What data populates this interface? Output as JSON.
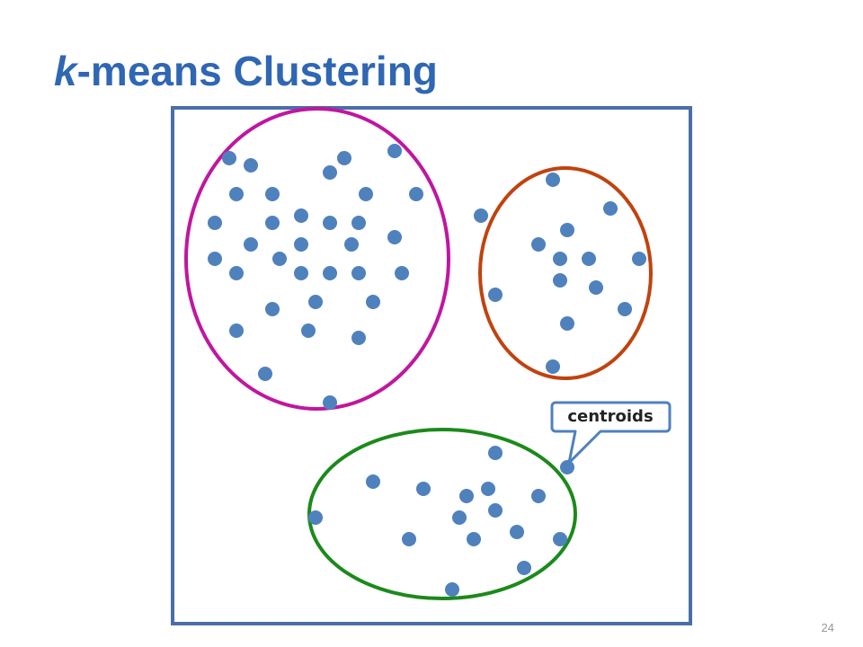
{
  "title": {
    "italic_part": "k",
    "rest": "-means Clustering"
  },
  "callout": {
    "text": "centroids"
  },
  "page_number": "24",
  "colors": {
    "title": "#2f67b3",
    "frame": "#4a6fa8",
    "point": "#4f81bd",
    "cluster_1": "#c0169f",
    "cluster_2": "#c0430f",
    "cluster_3": "#1b8a1b",
    "callout_border": "#4f81bd"
  },
  "clusters": [
    {
      "name": "cluster-1",
      "color": "#c0169f",
      "points": [
        [
          255,
          176
        ],
        [
          279,
          184
        ],
        [
          367,
          192
        ],
        [
          383,
          176
        ],
        [
          439,
          168
        ],
        [
          263,
          216
        ],
        [
          303,
          216
        ],
        [
          407,
          216
        ],
        [
          463,
          216
        ],
        [
          239,
          248
        ],
        [
          303,
          248
        ],
        [
          335,
          240
        ],
        [
          367,
          248
        ],
        [
          399,
          248
        ],
        [
          279,
          272
        ],
        [
          335,
          272
        ],
        [
          391,
          272
        ],
        [
          439,
          264
        ],
        [
          239,
          288
        ],
        [
          311,
          288
        ],
        [
          263,
          304
        ],
        [
          335,
          304
        ],
        [
          367,
          304
        ],
        [
          399,
          304
        ],
        [
          447,
          304
        ],
        [
          351,
          336
        ],
        [
          415,
          336
        ],
        [
          303,
          344
        ],
        [
          263,
          368
        ],
        [
          343,
          368
        ],
        [
          399,
          376
        ],
        [
          295,
          416
        ],
        [
          367,
          448
        ]
      ]
    },
    {
      "name": "cluster-2",
      "color": "#c0430f",
      "points": [
        [
          615,
          200
        ],
        [
          679,
          232
        ],
        [
          535,
          240
        ],
        [
          631,
          256
        ],
        [
          599,
          272
        ],
        [
          623,
          288
        ],
        [
          655,
          288
        ],
        [
          711,
          288
        ],
        [
          623,
          312
        ],
        [
          663,
          320
        ],
        [
          551,
          328
        ],
        [
          695,
          344
        ],
        [
          631,
          360
        ],
        [
          615,
          408
        ]
      ]
    },
    {
      "name": "cluster-3",
      "color": "#1b8a1b",
      "points": [
        [
          551,
          504
        ],
        [
          631,
          520
        ],
        [
          415,
          536
        ],
        [
          471,
          544
        ],
        [
          519,
          552
        ],
        [
          543,
          544
        ],
        [
          599,
          552
        ],
        [
          551,
          568
        ],
        [
          351,
          576
        ],
        [
          511,
          576
        ],
        [
          575,
          592
        ],
        [
          455,
          600
        ],
        [
          527,
          600
        ],
        [
          623,
          600
        ],
        [
          583,
          632
        ],
        [
          503,
          656
        ]
      ]
    }
  ]
}
